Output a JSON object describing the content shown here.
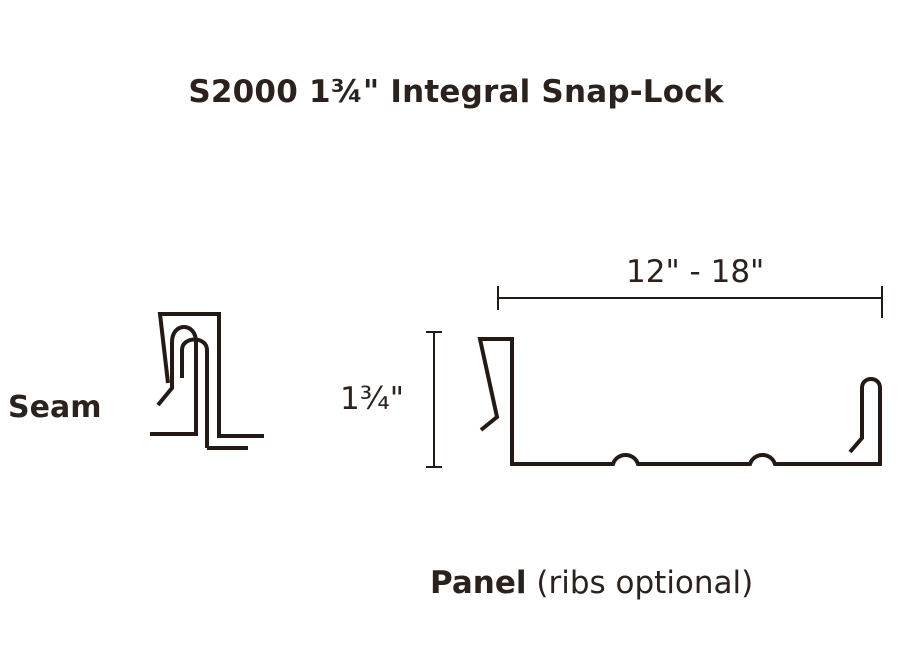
{
  "diagram": {
    "title": "S2000 1¾\" Integral Snap-Lock",
    "seam_label": "Seam",
    "width_dimension": "12\" - 18\"",
    "height_dimension": "1¾\"",
    "panel_caption_bold": "Panel",
    "panel_caption_rest": " (ribs optional)",
    "line_color": "#231a16",
    "text_color": "#2b221d"
  }
}
